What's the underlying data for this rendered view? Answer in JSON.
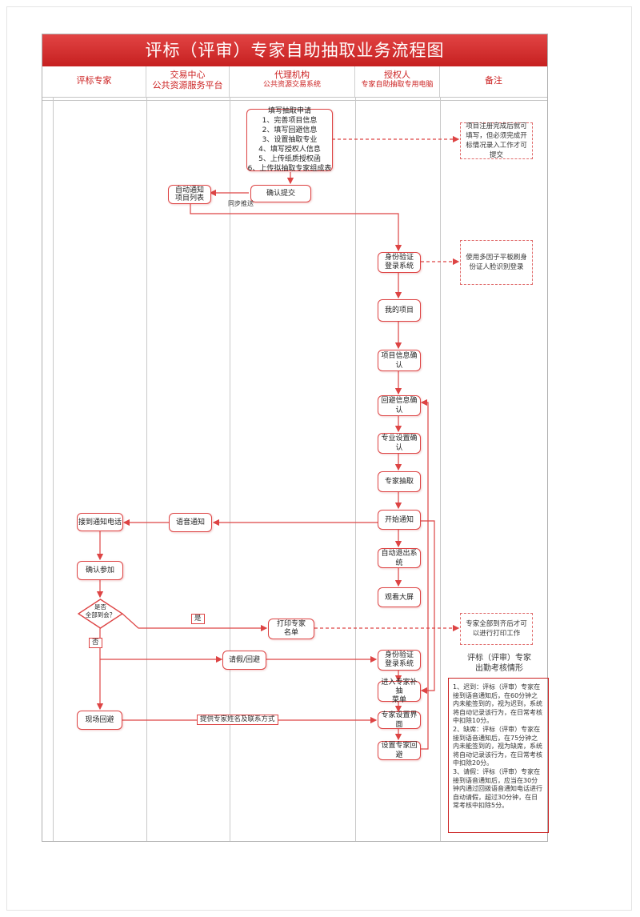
{
  "title": "评标（评审）专家自助抽取业务流程图",
  "lanes": {
    "expert": "评标专家",
    "exchange_main": "交易中心",
    "exchange_sub": "公共资源服务平台",
    "agency_main": "代理机构",
    "agency_sub": "公共资源交易系统",
    "authorized_main": "授权人",
    "authorized_sub": "专家自助抽取专用电脑",
    "remarks": "备注"
  },
  "nodes": {
    "apply_title": "填写抽取申请",
    "apply_items": [
      "1、完善项目信息",
      "2、填写回避信息",
      "3、设置抽取专业",
      "4、填写授权人信息",
      "5、上传纸质授权函",
      "6、上传拟抽取专家组成表"
    ],
    "confirm_submit": "确认提交",
    "auto_notify_1": "自动通知",
    "auto_notify_2": "项目列表",
    "identity_1": "身份验证",
    "identity_2": "登录系统",
    "my_project": "我的项目",
    "project_confirm": "项目信息确认",
    "avoid_confirm": "回避信息确认",
    "major_confirm": "专业设置确认",
    "expert_draw": "专家抽取",
    "start_notify": "开始通知",
    "voice_notify": "语音通知",
    "receive_call": "接到通知电话",
    "confirm_join": "确认参加",
    "all_arrive_1": "是否",
    "all_arrive_2": "全部到会？",
    "auto_exit": "自动退出系统",
    "watch_screen": "观看大屏",
    "print_1": "打印专家",
    "print_2": "名单",
    "identity2_1": "身份验证",
    "identity2_2": "登录系统",
    "leave_avoid": "请假/回避",
    "supplement_1": "进入专家补抽",
    "supplement_2": "菜单",
    "onsite_avoid": "现场回避",
    "expert_setting": "专家设置界面",
    "set_avoid": "设置专家回避"
  },
  "labels": {
    "sync_push": "同步推送",
    "yes": "是",
    "no": "否",
    "provide_info": "提供专家姓名及联系方式"
  },
  "notes": {
    "note1": "项目注册完成后就可填写，但必须完成开标情况录入工作才可提交",
    "note2": "使用多因子平板刷身份证人脸识别登录",
    "note3": "专家全部到齐后才可以进行打印工作"
  },
  "attendance": {
    "title_1": "评标（评审）专家",
    "title_2": "出勤考核情形",
    "items": [
      "1、迟到：评标（评审）专家在接到语音通知后，在60分钟之内未能签到的，视为迟到，系统将自动记录该行为，在日常考核中扣除10分。",
      "2、缺席：评标（评审）专家在接到语音通知后，在75分钟之内未能签到的，视为缺席，系统将自动记录该行为，在日常考核中扣除20分。",
      "3、请假：评标（评审）专家在接到语音通知后，应当在30分钟内通过回拨语音通知电话进行自动请假，超过30分钟，在日常考核中扣除5分。"
    ]
  },
  "colors": {
    "accent": "#d44444",
    "title_bar": "#c62020"
  }
}
